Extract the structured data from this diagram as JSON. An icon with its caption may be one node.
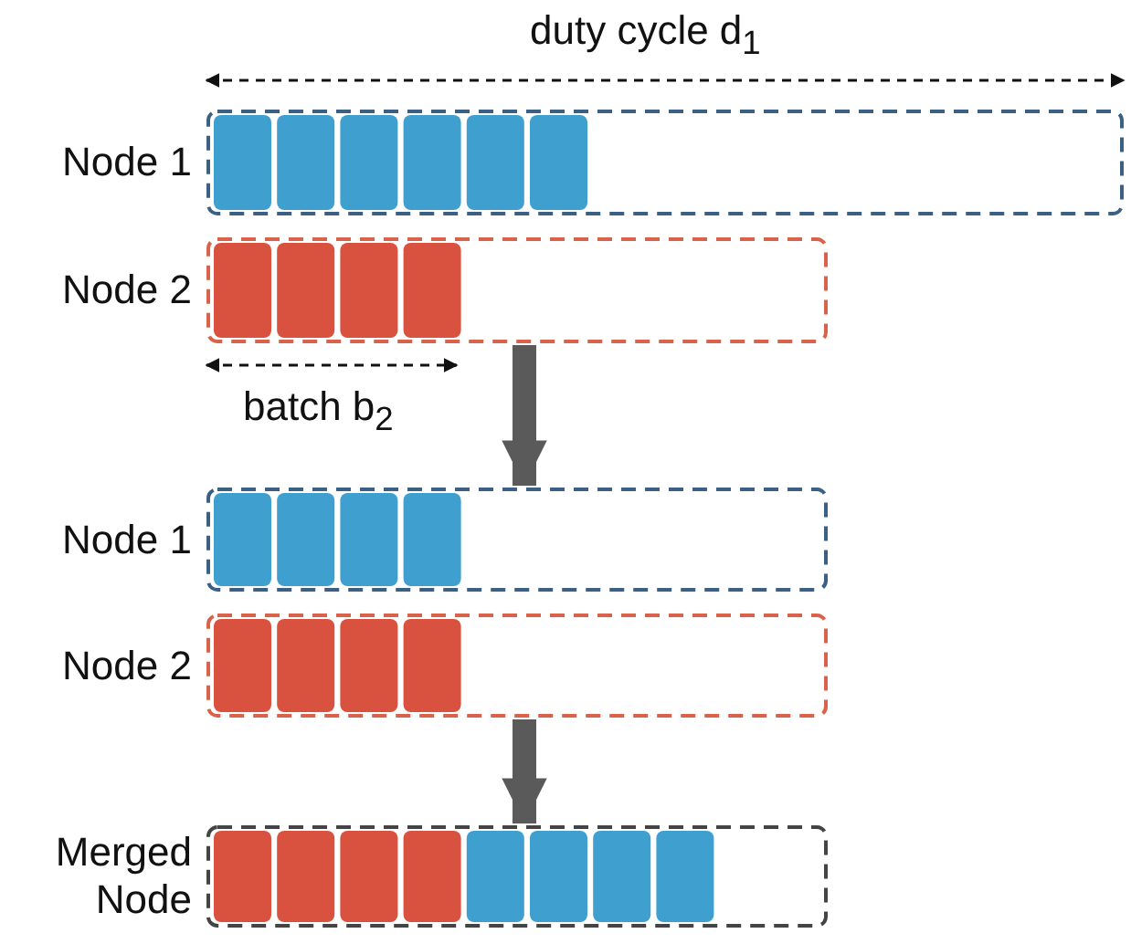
{
  "diagram": {
    "nodes": [
      {
        "text": [],
        "shape": "box",
        "beside": [
          "Node 1"
        ]
      },
      {
        "text": [],
        "shape": "box",
        "beside": [
          "Node 2"
        ]
      },
      {
        "text": [],
        "shape": "box",
        "beside": [
          "Node 1"
        ]
      },
      {
        "text": [],
        "shape": "box",
        "beside": [
          "Node 2"
        ]
      },
      {
        "text": [],
        "shape": "box",
        "beside": [
          "Merged Node"
        ]
      }
    ],
    "edges": [
      {
        "from": 1,
        "to": 2,
        "arrow": "to"
      },
      {
        "from": 3,
        "to": 4,
        "arrow": "to"
      }
    ],
    "labels": [
      "duty cycle d$_{1}$",
      "batch b$_{2}$"
    ]
  }
}
